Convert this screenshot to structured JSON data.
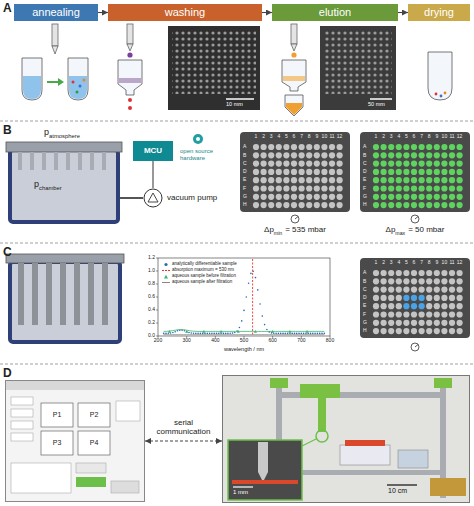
{
  "diagram": {
    "nodes": [
      {
        "text": [
          "annealing"
        ]
      },
      {
        "text": [
          "washing"
        ]
      },
      {
        "text": [
          "elution"
        ]
      },
      {
        "text": [
          "drying"
        ]
      },
      {
        "text": [
          "MCU"
        ]
      },
      {
        "text": [
          "vacuum pump"
        ]
      },
      {
        "text": [
          "P1",
          "P2",
          "P3",
          "P4"
        ]
      },
      {
        "text": [
          "1 mm",
          "10 cm"
        ]
      }
    ],
    "edges": [
      {
        "from": 0,
        "to": 1,
        "arrow": "to"
      },
      {
        "from": 1,
        "to": 2,
        "arrow": "to"
      },
      {
        "from": 2,
        "to": 3,
        "arrow": "to"
      },
      {
        "from": 4,
        "to": 5,
        "arrow": "none"
      },
      {
        "from": 6,
        "to": 7,
        "arrow": "both",
        "label": "serial communication"
      }
    ],
    "labels": [
      "A",
      "10 mm",
      "50 mm",
      "B",
      "p",
      "atmosphere",
      "p",
      "chamber",
      "open source hardware",
      "Δp",
      "min",
      "= 535 mbar",
      "Δp",
      "max",
      "= 50 mbar",
      "C",
      "wavelength / nm",
      "200",
      "300",
      "400",
      "500",
      "600",
      "700",
      "800",
      "0.0",
      "0.2",
      "0.4",
      "0.6",
      "0.8",
      "1.0",
      "1.2",
      "D",
      "A",
      "B",
      "C",
      "D",
      "E",
      "F",
      "G",
      "H",
      "1",
      "2",
      "3",
      "4",
      "5",
      "6",
      "7",
      "8",
      "9",
      "10",
      "11",
      "12",
      "A",
      "B",
      "C",
      "D",
      "E",
      "F",
      "G",
      "H",
      "1",
      "2",
      "3",
      "4",
      "5",
      "6",
      "7",
      "8",
      "9",
      "10",
      "11",
      "12",
      "A",
      "B",
      "C",
      "D",
      "E",
      "F",
      "G",
      "H",
      "1",
      "2",
      "3",
      "4",
      "5",
      "6",
      "7",
      "8",
      "9",
      "10",
      "11",
      "12"
    ],
    "legend": [
      {
        "text": "analytically differentiable sample"
      },
      {
        "text": "absorption maximum = 530 nm"
      },
      {
        "text": "aqueous sample before filtration"
      },
      {
        "text": "aqueous sample after filtration"
      }
    ]
  }
}
